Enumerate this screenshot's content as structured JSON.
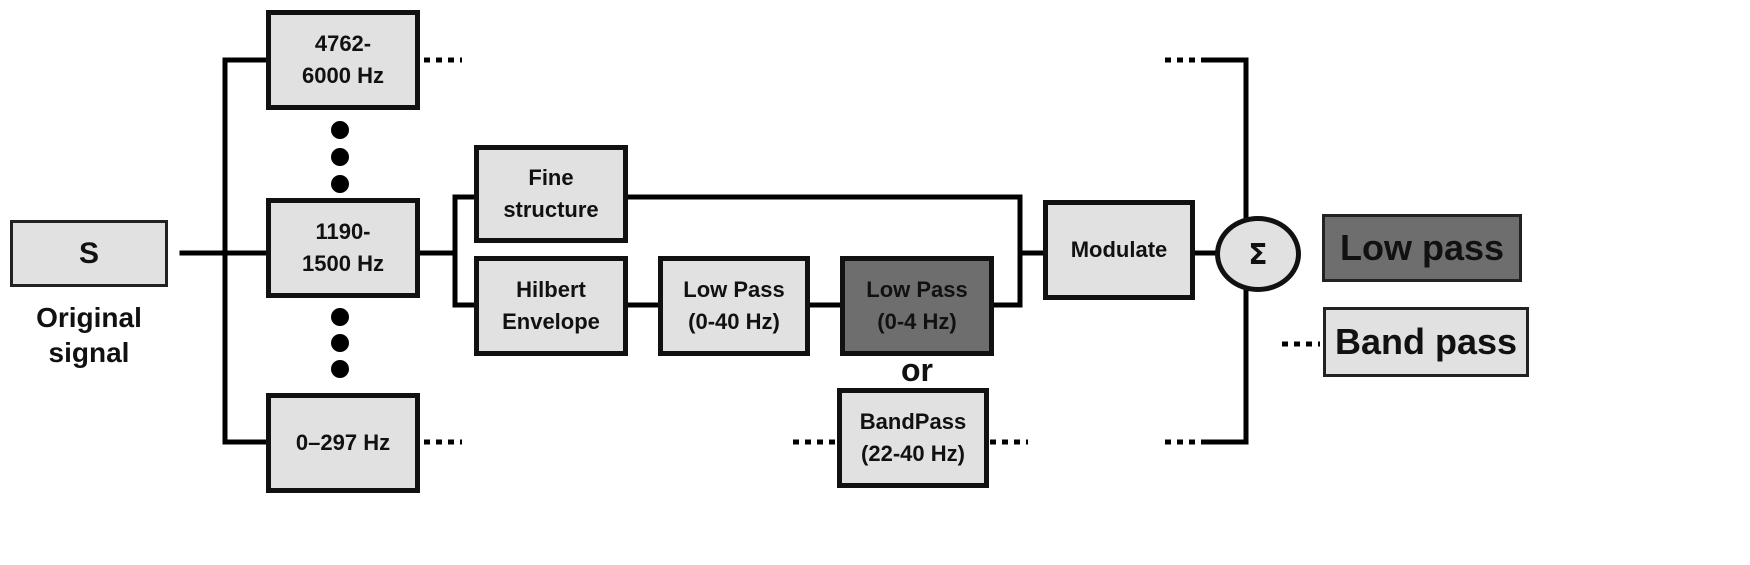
{
  "input": {
    "block_label": "S",
    "caption": "Original\nsignal"
  },
  "bands": [
    {
      "label": "4762-\n6000 Hz"
    },
    {
      "label": "1190-\n1500 Hz"
    },
    {
      "label": "0–297 Hz"
    }
  ],
  "processing": {
    "fine_structure": "Fine\nstructure",
    "hilbert_envelope": "Hilbert\nEnvelope",
    "lowpass_40": "Low Pass\n(0-40 Hz)",
    "lowpass_4": "Low Pass\n(0-4 Hz)",
    "or_label": "or",
    "bandpass": "BandPass\n(22-40 Hz)",
    "modulate": "Modulate"
  },
  "summation": {
    "symbol": "Σ"
  },
  "outputs": {
    "low_pass": "Low pass",
    "band_pass": "Band pass"
  },
  "colors": {
    "box_fill": "#e1e1e1",
    "highlight_fill": "#6e6e6e",
    "stroke": "#111111"
  }
}
